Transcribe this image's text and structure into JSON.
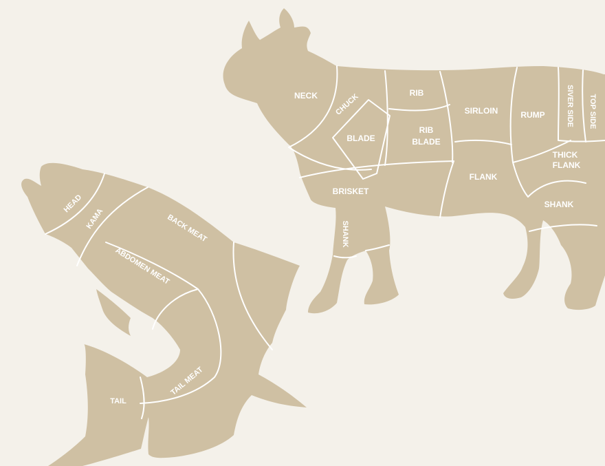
{
  "background_color": "#f4f1ea",
  "silhouette_color": "#cfc0a3",
  "cut_line_color": "#ffffff",
  "cow": {
    "cuts": {
      "neck": "NECK",
      "chuck": "CHUCK",
      "blade": "BLADE",
      "rib": "RIB",
      "rib_blade_1": "RIB",
      "rib_blade_2": "BLADE",
      "sirloin": "SIRLOIN",
      "rump": "RUMP",
      "silverside": "SIVER SIDE",
      "topside": "TOP SIDE",
      "thick_flank_1": "THICK",
      "thick_flank_2": "FLANK",
      "flank": "FLANK",
      "brisket": "BRISKET",
      "shank_front": "SHANK",
      "shank_rear": "SHANK"
    }
  },
  "fish": {
    "cuts": {
      "head": "HEAD",
      "kama": "KAMA",
      "back_meat": "BACK MEAT",
      "abdomen_meat": "ABDOMEN  MEAT",
      "tail_meat": "TAIL MEAT",
      "tail": "TAIL"
    }
  }
}
